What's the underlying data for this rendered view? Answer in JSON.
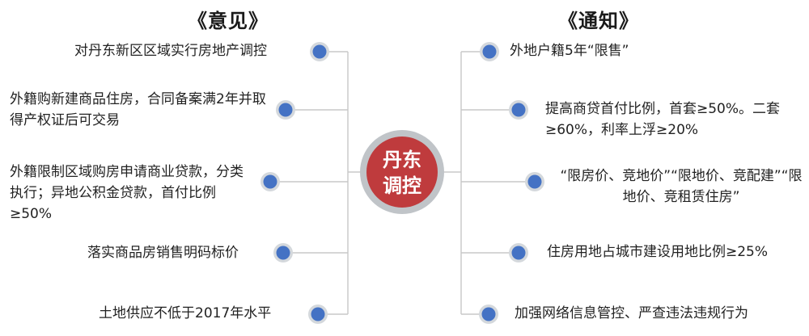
{
  "headings": {
    "left": "《意见》",
    "right": "《通知》"
  },
  "center": {
    "line1": "丹东",
    "line2": "调控"
  },
  "left_items": [
    "对丹东新区区域实行房地产调控",
    "外籍购新建商品住房，合同备案满2年并取得产权证后可交易",
    "外籍限制区域购房申请商业贷款，分类执行；异地公积金贷款，首付比例≥50%",
    "落实商品房销售明码标价",
    "土地供应不低于2017年水平"
  ],
  "right_items": [
    "外地户籍5年“限售”",
    "提高商贷首付比例，首套≥50%。二套≥60%，利率上浮≥20%",
    "“限房价、竞地价”“限地价、竞配建”“限地价、竞租赁住房”",
    "住房用地占城市建设用地比例≥25%",
    "加强网络信息管控、严查违法违规行为"
  ],
  "colors": {
    "center_fill": "#bf3b3d",
    "center_ring": "#c0c4c8",
    "dot_fill": "#4472c4",
    "dot_ring": "#d4d8dc",
    "connector": "#c8c8c8"
  }
}
